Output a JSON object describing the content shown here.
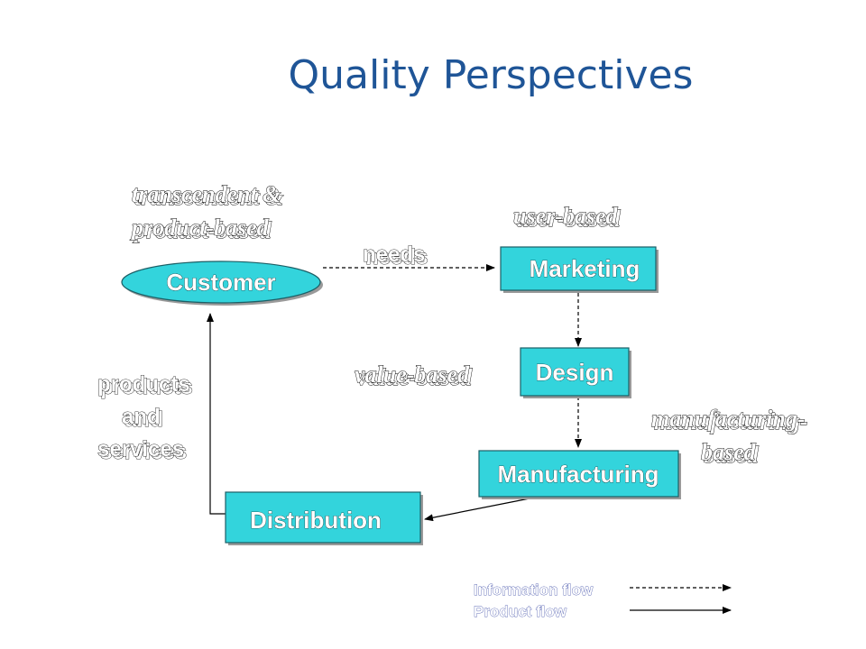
{
  "title": "Quality Perspectives",
  "nodes": {
    "customer": "Customer",
    "marketing": "Marketing",
    "design": "Design",
    "manufacturing": "Manufacturing",
    "distribution": "Distribution"
  },
  "perspectives": {
    "transcendent_line1": "transcendent &",
    "transcendent_line2": "product-based",
    "user": "user-based",
    "value": "value-based",
    "manufacturing_line1": "manufacturing-",
    "manufacturing_line2": "based"
  },
  "flows": {
    "needs": "needs",
    "products_line1": "products",
    "products_line2": "and",
    "products_line3": "services"
  },
  "legend": {
    "information_flow": "Information flow",
    "product_flow": "Product flow"
  },
  "colors": {
    "title": "#1f5597",
    "node_fill": "#33d4dc",
    "node_border": "#1c5f66"
  }
}
